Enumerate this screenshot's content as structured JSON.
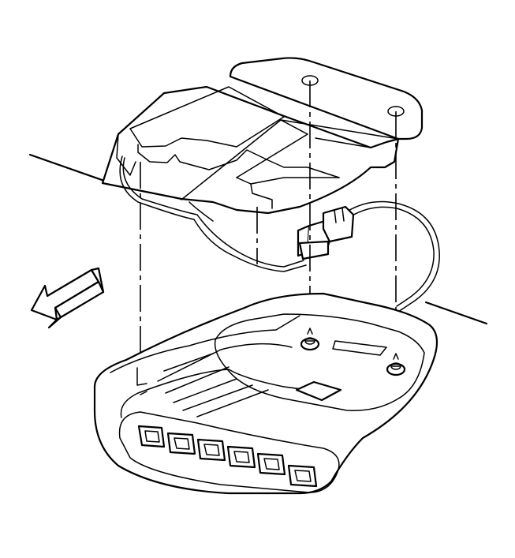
{
  "diagram": {
    "components": {
      "roof_headliner": "roof-headliner",
      "mounting_bracket": "overhead-console-mounting-bracket",
      "wire_harness": "electrical-harness",
      "connector": "harness-connector",
      "console": "overhead-console",
      "screws": 2,
      "switch_buttons": 6,
      "alignment_lines": 4
    },
    "direction_arrow": "front-of-vehicle-arrow",
    "colors": {
      "line": "#000000",
      "background": "#ffffff",
      "shade": "#000000"
    }
  }
}
